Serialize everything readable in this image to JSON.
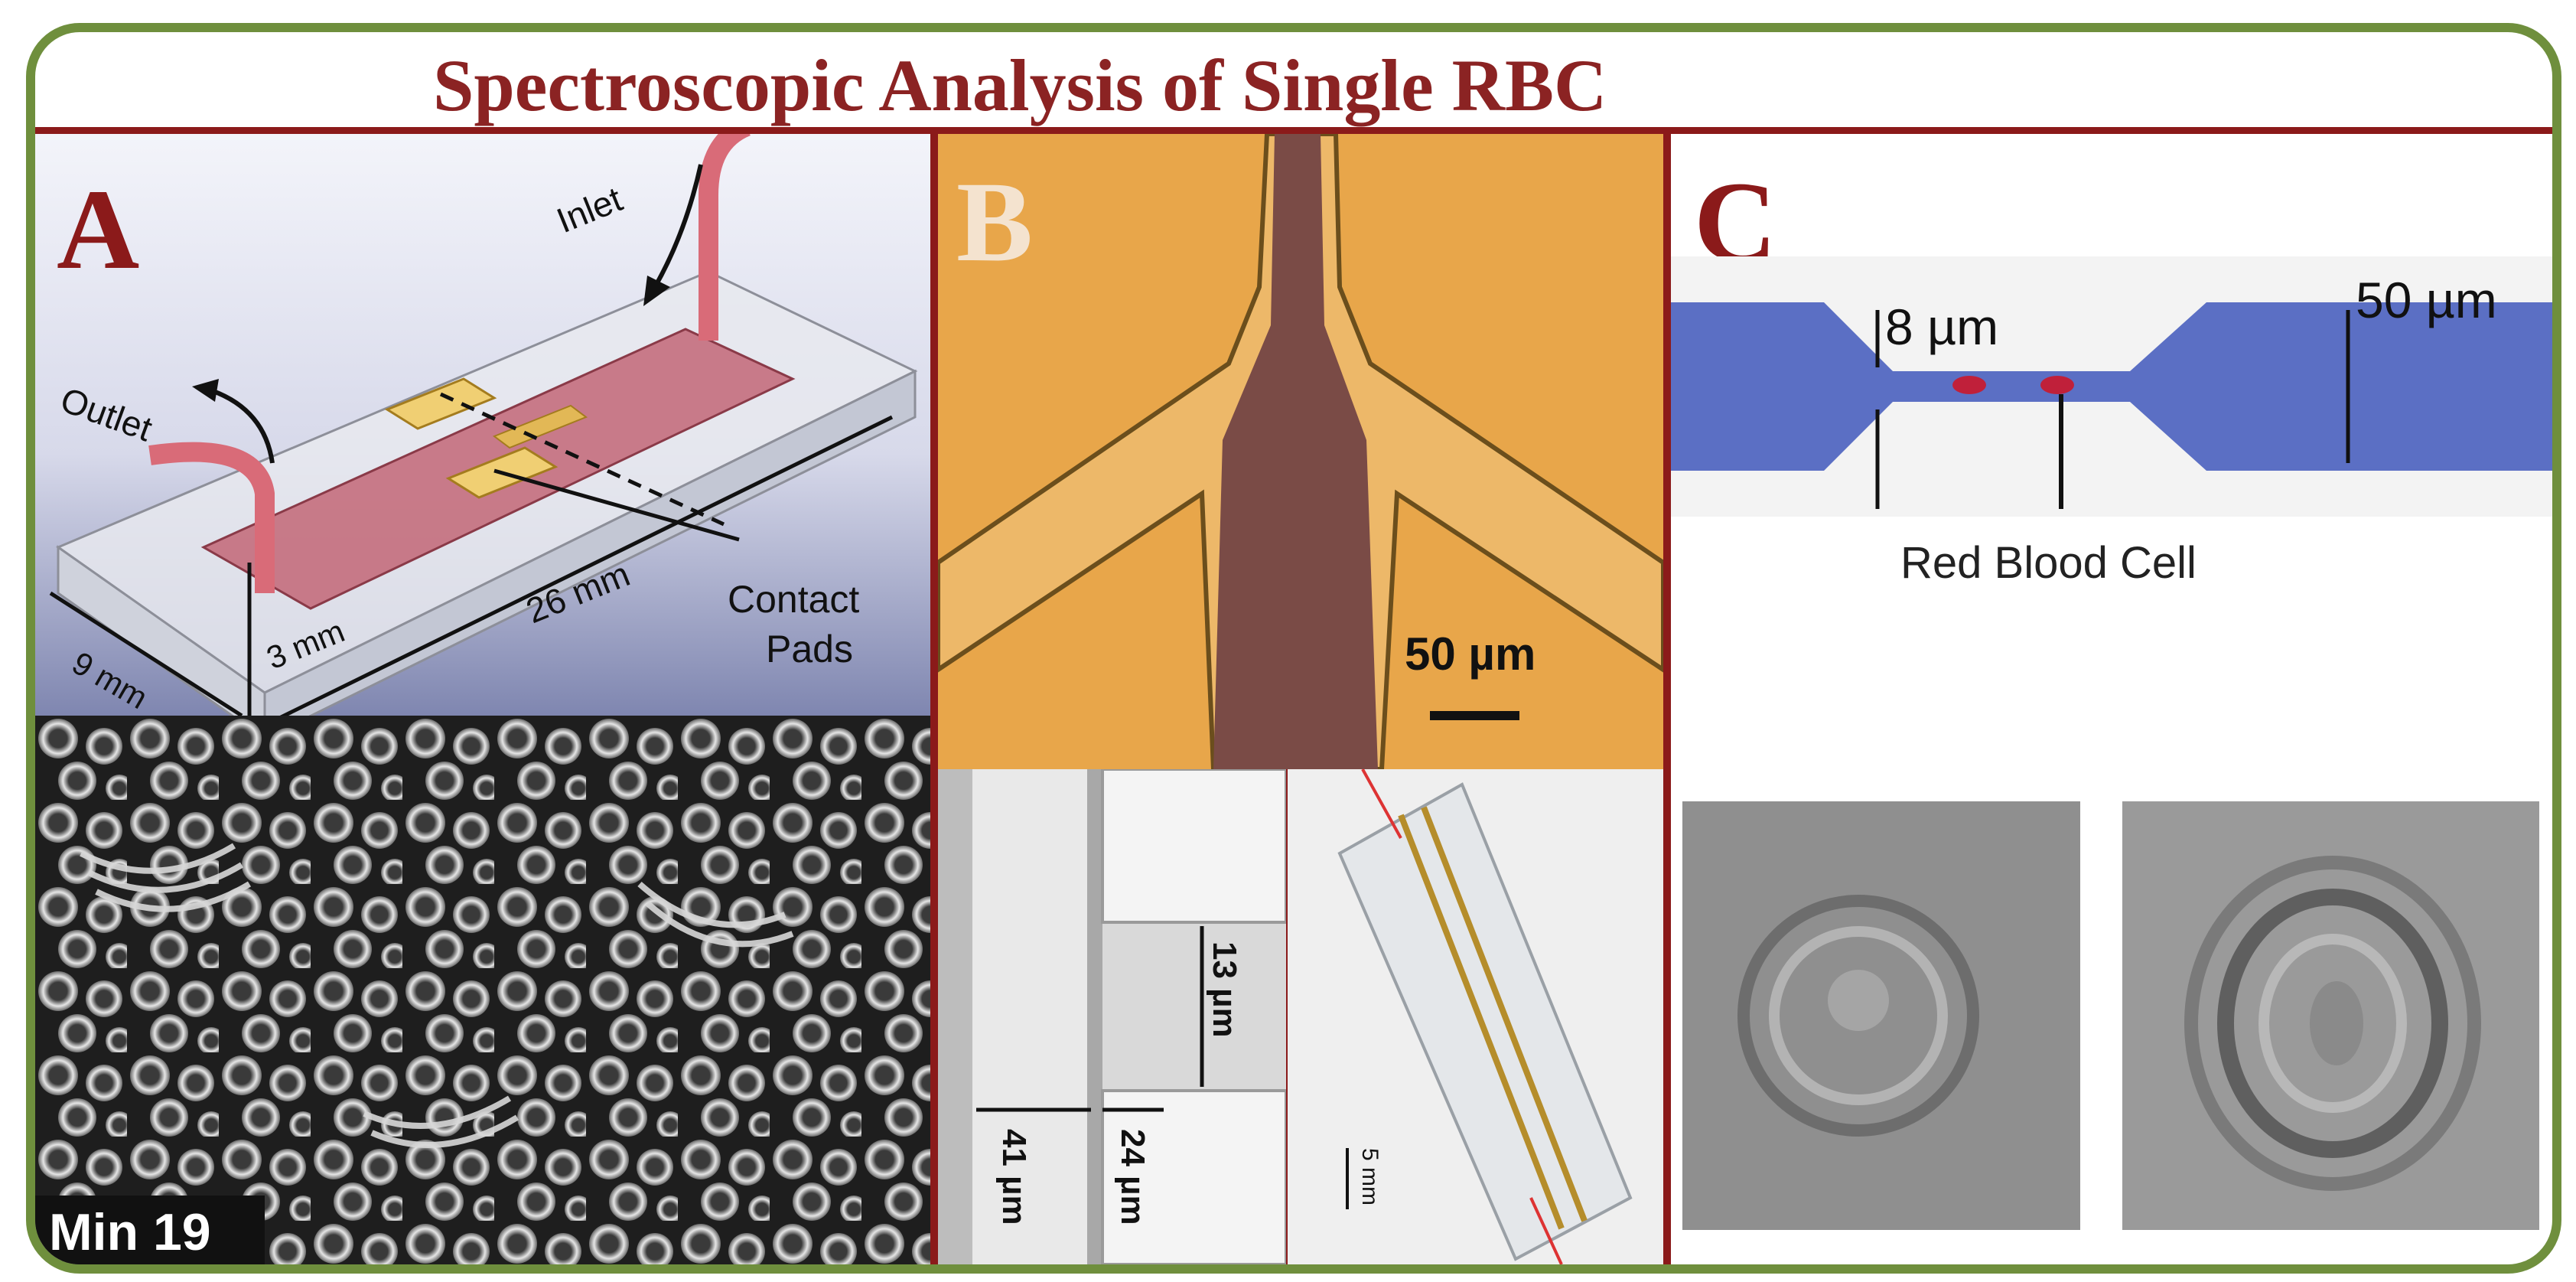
{
  "title": "Spectroscopic Analysis of Single RBC",
  "panels": {
    "a": {
      "letter": "A",
      "labels": {
        "inlet": "Inlet",
        "outlet": "Outlet",
        "contact_line1": "Contact",
        "contact_line2": "Pads",
        "dim_26": "26 mm",
        "dim_3": "3 mm",
        "dim_9": "9 mm"
      },
      "micro_tag": "Min 19"
    },
    "b": {
      "letter": "B",
      "scale": "50 µm",
      "sem_labels": {
        "d13": "13 µm",
        "d41": "41 µm",
        "d24": "24 µm"
      },
      "photo_scale": "5 mm"
    },
    "c": {
      "letter": "C",
      "dims": {
        "narrow": "8 µm",
        "wide": "50 µm"
      },
      "cell_label": "Red Blood Cell"
    }
  },
  "colors": {
    "border": "#6f8f3d",
    "title": "#8b2323",
    "channel_blue": "#5b6fc4",
    "rbc_red": "#c0203a",
    "chip_orange": "#e6a94a"
  }
}
